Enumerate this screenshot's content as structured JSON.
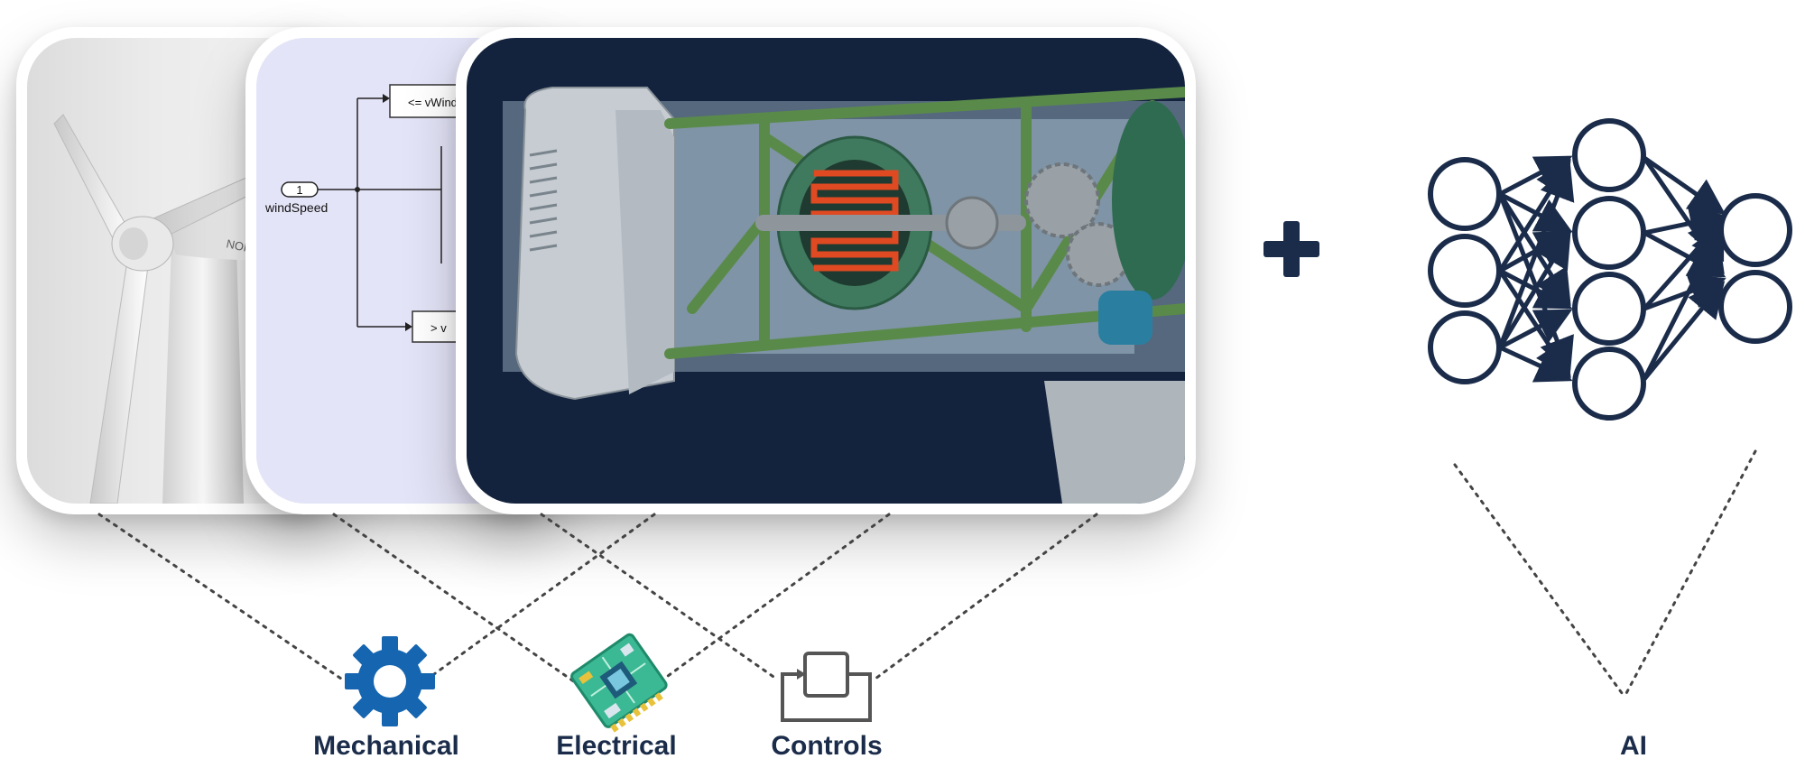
{
  "domains": [
    {
      "name": "Mechanical",
      "icon": "gear-icon"
    },
    {
      "name": "Electrical",
      "icon": "circuit-board-icon"
    },
    {
      "name": "Controls",
      "icon": "feedback-loop-icon"
    }
  ],
  "ai": {
    "name": "AI",
    "icon": "neural-network-icon"
  },
  "operator": {
    "icon": "plus-icon"
  },
  "simulink": {
    "port_number": "1",
    "port_label": "windSpeed",
    "top_block": "<= vWind",
    "bottom_block": "> v"
  },
  "turbine_brand": "NORDTANK",
  "colors": {
    "navy": "#1b2c4a",
    "gear_blue": "#1565b0",
    "board_green": "#3bb894",
    "frame_green": "#5a8a4a",
    "coil_red": "#e04a22"
  }
}
